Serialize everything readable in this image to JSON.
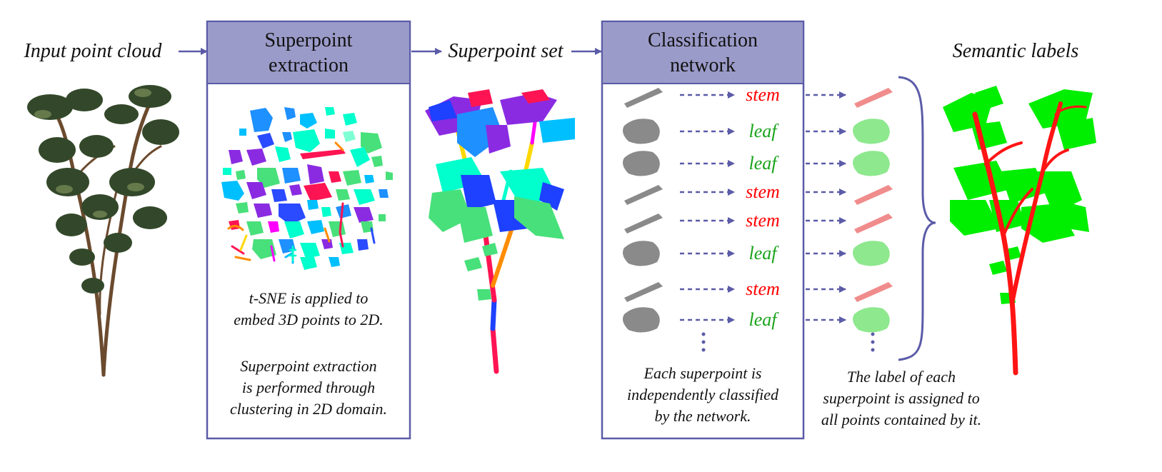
{
  "labels": {
    "input": "Input point cloud",
    "superpoint_set": "Superpoint set",
    "semantic": "Semantic labels"
  },
  "boxes": {
    "extraction": {
      "title_line1": "Superpoint",
      "title_line2": "extraction",
      "note1_line1": "t-SNE is applied to",
      "note1_line2": "embed 3D points to 2D.",
      "note2_line1": "Superpoint extraction",
      "note2_line2": "is performed through",
      "note2_line3": "clustering in 2D domain."
    },
    "classification": {
      "title_line1": "Classification",
      "title_line2": "network",
      "note_line1": "Each superpoint is",
      "note_line2": "independently classified",
      "note_line3": "by the network."
    }
  },
  "classes": [
    "stem",
    "leaf",
    "leaf",
    "stem",
    "stem",
    "leaf",
    "stem",
    "leaf"
  ],
  "assign_note": {
    "line1": "The label of each",
    "line2": "superpoint is assigned to",
    "line3": "all points contained by it."
  },
  "colors": {
    "box_border": "#5b5ba8",
    "box_header": "#9b9bca",
    "arrow": "#5b5ba8",
    "stem": "#ff0000",
    "leaf": "#1aa31a",
    "stem_seg": "#ff1414",
    "leaf_seg": "#00ee00"
  }
}
